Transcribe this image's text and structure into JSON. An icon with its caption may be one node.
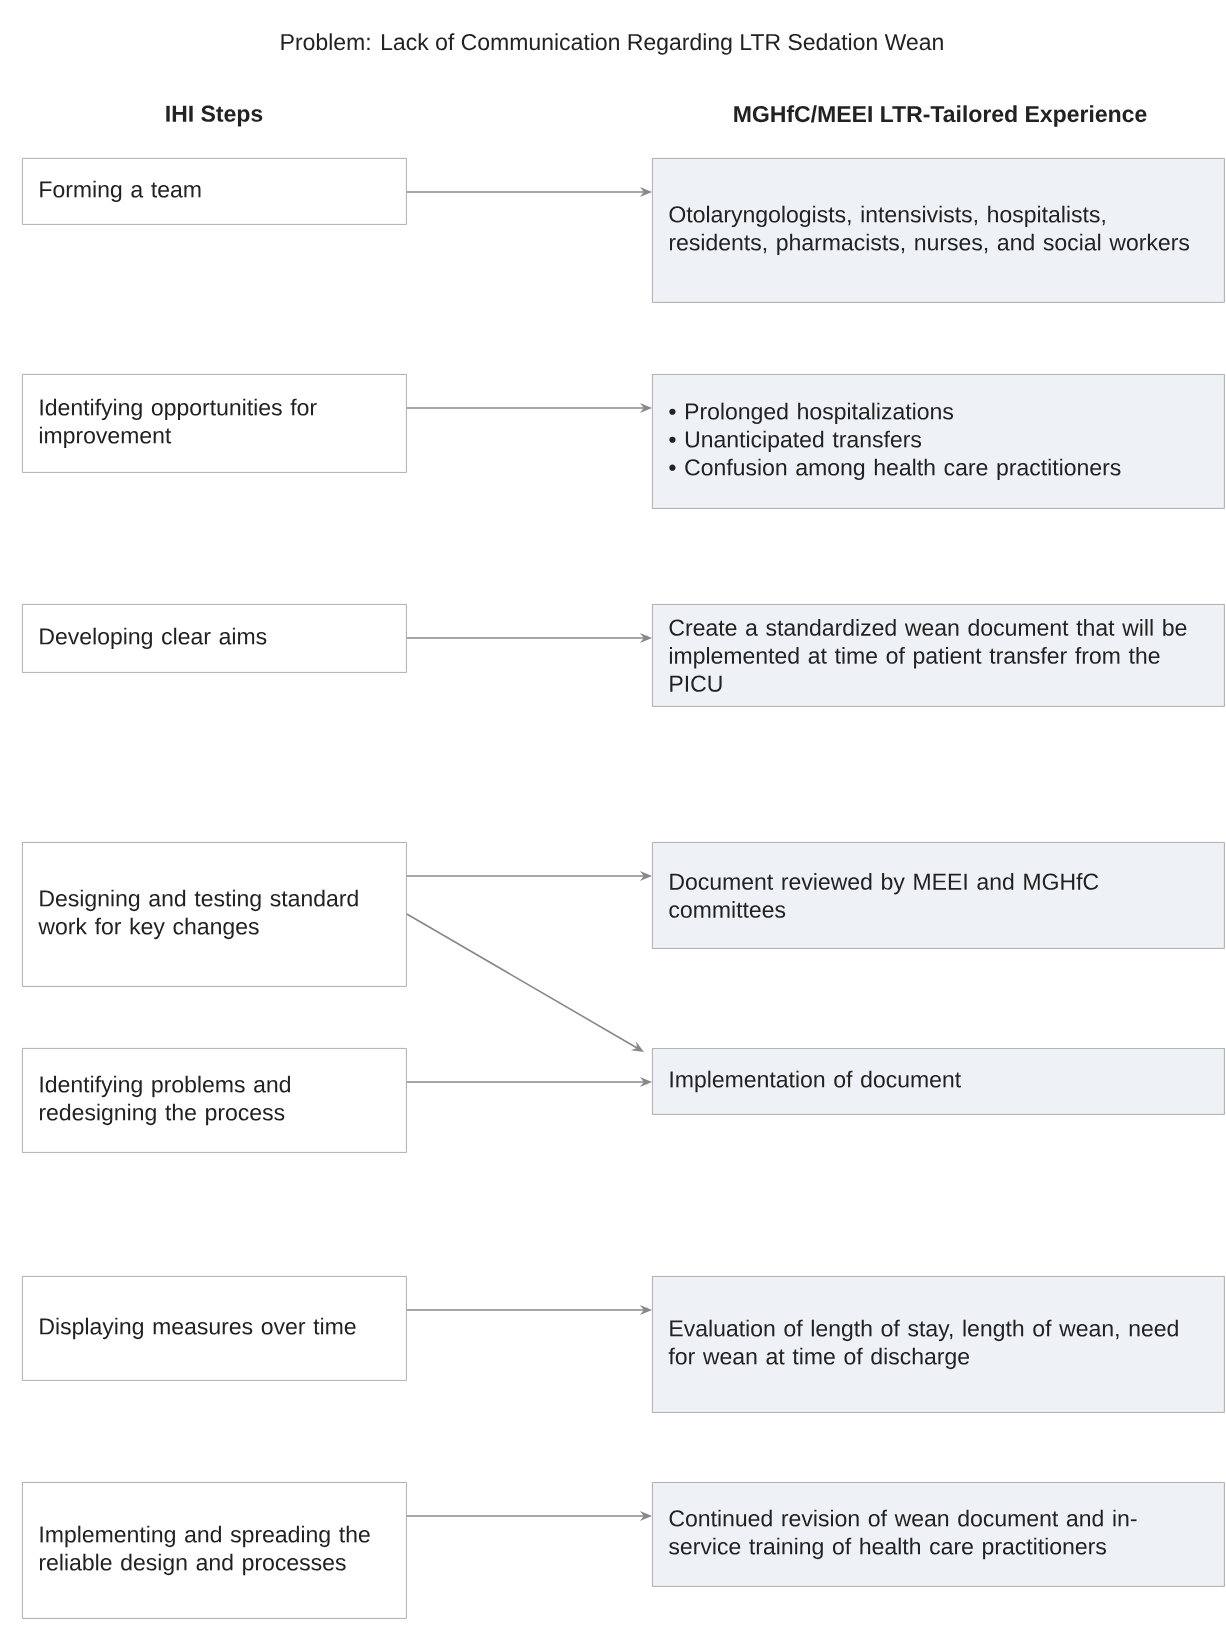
{
  "diagram": {
    "title": "Problem: Lack of Communication Regarding LTR Sedation Wean",
    "nodes": [
      {
        "text": [
          "Forming a team"
        ]
      },
      {
        "text": [
          "Otolaryngologists, intensivists, hospitalists, residents, pharmacists, nurses, and social workers"
        ]
      },
      {
        "text": [
          "Identifying opportunities for improvement"
        ]
      },
      {
        "text": [
          "• Prolonged hospitalizations",
          "• Unanticipated transfers",
          "• Confusion among health care practitioners"
        ]
      },
      {
        "text": [
          "Developing clear aims"
        ]
      },
      {
        "text": [
          "Create a standardized wean document that will be implemented at time of patient transfer from the PICU"
        ]
      },
      {
        "text": [
          "Designing and testing standard work for key changes"
        ]
      },
      {
        "text": [
          "Document reviewed by MEEI and MGHfC committees"
        ]
      },
      {
        "text": [
          "Identifying problems and redesigning the process"
        ]
      },
      {
        "text": [
          "Implementation of document"
        ]
      },
      {
        "text": [
          "Displaying measures over time"
        ]
      },
      {
        "text": [
          "Evaluation of length of stay, length of wean, need for wean at time of discharge"
        ]
      },
      {
        "text": [
          "Implementing and spreading the reliable design and processes"
        ]
      },
      {
        "text": [
          "Continued revision of wean document and in-service training of health care practitioners"
        ]
      }
    ],
    "edges": [
      {
        "from": 0,
        "to": 1,
        "arrow": "to"
      },
      {
        "from": 2,
        "to": 3,
        "arrow": "to"
      },
      {
        "from": 4,
        "to": 5,
        "arrow": "to"
      },
      {
        "from": 6,
        "to": 7,
        "arrow": "to"
      },
      {
        "from": 6,
        "to": 9,
        "arrow": "to"
      },
      {
        "from": 8,
        "to": 9,
        "arrow": "to"
      },
      {
        "from": 10,
        "to": 11,
        "arrow": "to"
      },
      {
        "from": 12,
        "to": 13,
        "arrow": "to"
      }
    ],
    "labels": [
      "IHI Steps",
      "MGHfC/MEEI LTR-Tailored Experience"
    ]
  }
}
